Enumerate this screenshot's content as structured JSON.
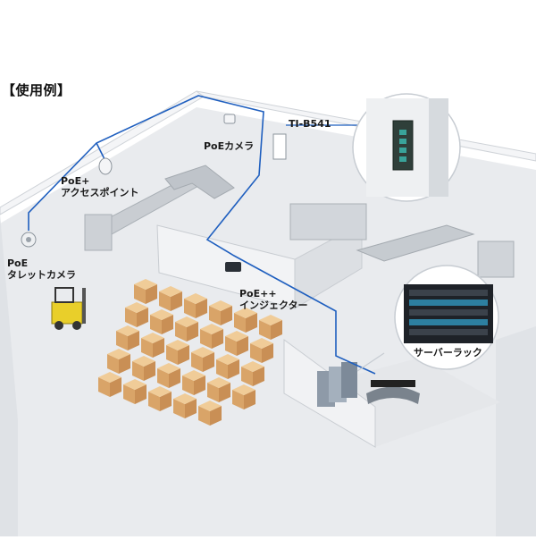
{
  "title": "【使用例】",
  "labels": {
    "turret_line1": "PoE",
    "turret_line2": "タレットカメラ",
    "ap_line1": "PoE+",
    "ap_line2": "アクセスポイント",
    "poe_camera": "PoEカメラ",
    "switch": "TI-B541",
    "injector_line1": "PoE++",
    "injector_line2": "インジェクター",
    "server_rack": "サーバーラック"
  },
  "colors": {
    "cable": "#1f5fbf",
    "floor": "#e9ebee",
    "wall_top": "#f7f8fa",
    "wall_side": "#d5d8dc",
    "box": "#e0b27a",
    "forklift": "#e9cf2a"
  }
}
